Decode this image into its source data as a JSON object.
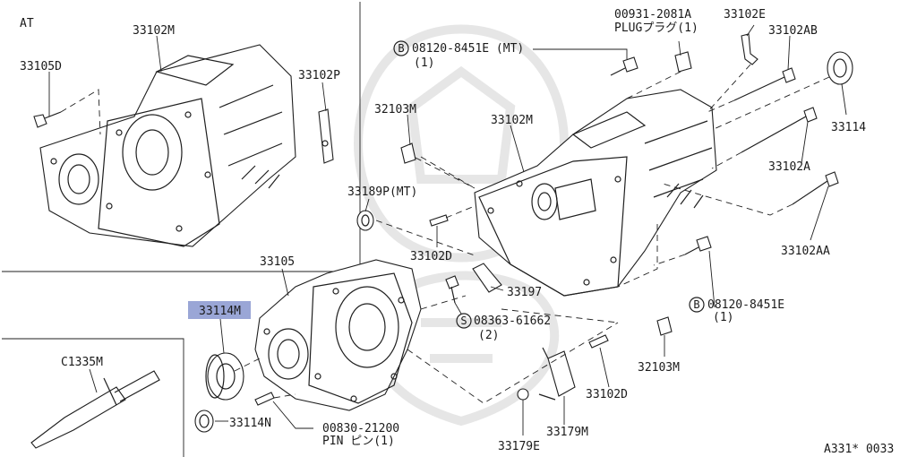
{
  "section_labels": {
    "at": "AT",
    "drawing_code": "A331* 0033"
  },
  "parts": {
    "p33102M_at": "33102M",
    "p33105D": "33105D",
    "p33102P": "33102P",
    "p00931": "00931-2081A",
    "plug": "PLUGプラグ(1)",
    "p33102E": "33102E",
    "p33102AB": "33102AB",
    "bolt_mt_code": "08120-8451E (MT)",
    "bolt_mt_qty": "(1)",
    "p32103M_top": "32103M",
    "p33102M_mt": "33102M",
    "p33114": "33114",
    "p33102A": "33102A",
    "p33189P": "33189P(MT)",
    "p33102D_upper": "33102D",
    "p33102AA": "33102AA",
    "p33105": "33105",
    "p33197": "33197",
    "screw_code": "08363-61662",
    "screw_qty": "(2)",
    "bolt_code": "08120-8451E",
    "bolt_qty": "(1)",
    "p33114M": "33114M",
    "p32103M_low": "32103M",
    "p33102D_lower": "33102D",
    "p33114N": "33114N",
    "p00830": "00830-21200",
    "pin": "PIN ピン(1)",
    "p33179M": "33179M",
    "p33179E": "33179E",
    "pC1335M": "C1335M",
    "circle_b": "B",
    "circle_s": "S"
  },
  "colors": {
    "highlight": "#9aa6d6",
    "line": "#1f1f1f"
  }
}
